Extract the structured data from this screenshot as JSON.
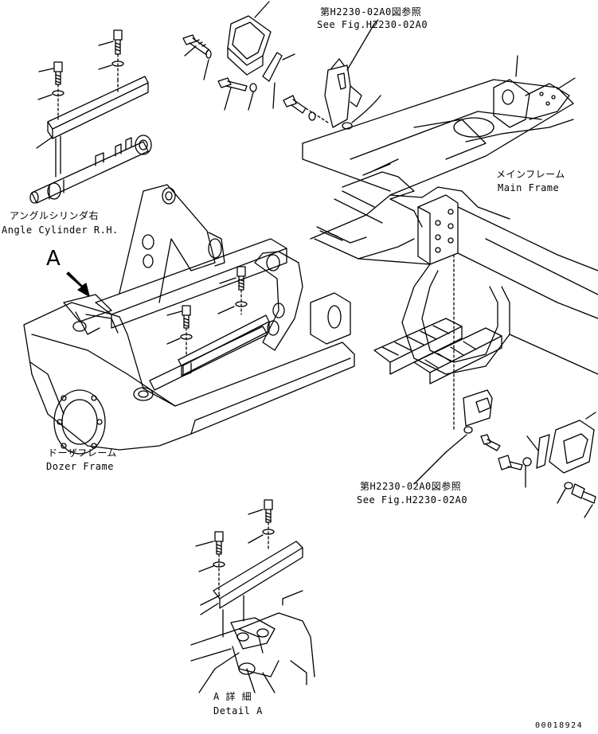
{
  "labels": {
    "ref_top_jp": "第H2230-02A0図参照",
    "ref_top_en": "See Fig.H2230-02A0",
    "main_frame_jp": "メインフレーム",
    "main_frame_en": "Main Frame",
    "angle_cyl_jp": "アングルシリンダ右",
    "angle_cyl_en": "Angle Cylinder R.H.",
    "view_a": "A",
    "dozer_frame_jp": "ドーザフレーム",
    "dozer_frame_en": "Dozer Frame",
    "ref_bottom_jp": "第H2230-02A0図参照",
    "ref_bottom_en": "See Fig.H2230-02A0",
    "detail_jp": "A 詳 細",
    "detail_en": "Detail A",
    "drawing_number": "00018924"
  }
}
